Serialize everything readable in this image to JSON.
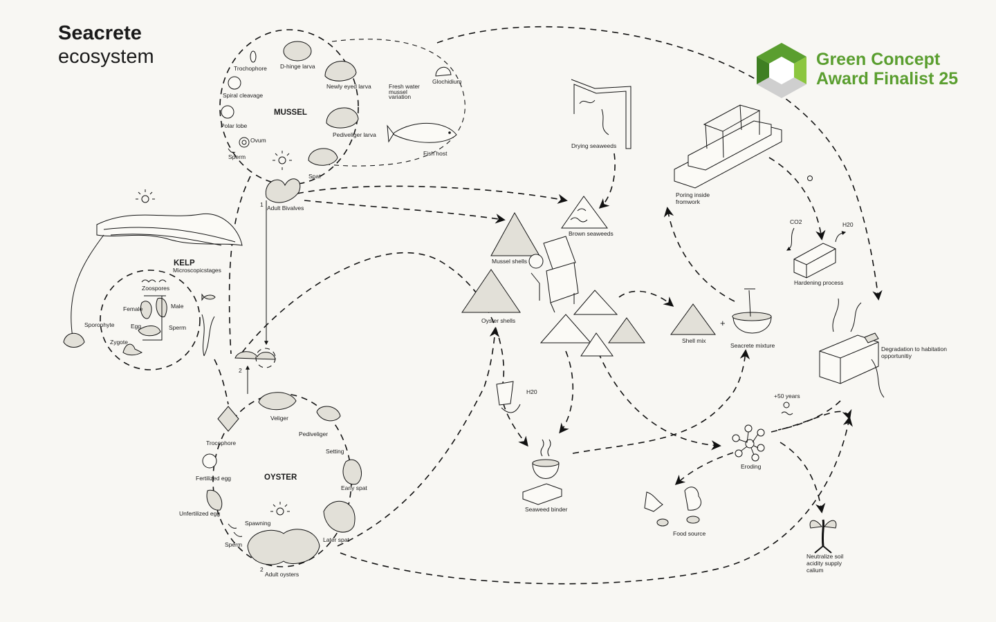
{
  "title": {
    "line1": "Seacrete",
    "line2": "ecosystem"
  },
  "award": {
    "line1": "Green Concept",
    "line2": "Award Finalist 25",
    "colors": {
      "green": "#5a9e2f",
      "light": "#8cc63f",
      "grey": "#cfcfcf"
    }
  },
  "mussel": {
    "heading": "MUSSEL",
    "stages": [
      "Trochophore",
      "D-hinge larva",
      "Newly eyed larva",
      "Spiral cleavage",
      "Polar lobe",
      "Ovum",
      "Sperm",
      "Pediveliger larva",
      "Spat",
      "Adult Bivalves"
    ],
    "freshwater": [
      "Fresh water",
      "mussel",
      "variation"
    ],
    "glochidium": "Glochidium",
    "fish_host": "Fish host"
  },
  "kelp": {
    "heading": "KELP",
    "sub": "Microscopicstages",
    "stages": [
      "Zoospores",
      "Female",
      "Male",
      "Egg",
      "Sperm",
      "Sporophyte",
      "Zygote"
    ]
  },
  "oyster": {
    "heading": "OYSTER",
    "stages": [
      "Veliger",
      "Pediveliger",
      "Setting",
      "Trocophore",
      "Fertilized egg",
      "Early spat",
      "Unfertilized egg",
      "Spawning",
      "Later spat",
      "Sperm",
      "Adult oysters"
    ]
  },
  "process": {
    "drying": "Drying seaweeds",
    "brown": "Brown seaweeds",
    "mussel_shells": "Mussel shells",
    "oyster_shells": "Oyster shells",
    "shell_mix": "Shell mix",
    "plus": "+",
    "seacrete_mixture": "Seacrete mixture",
    "poring": [
      "Poring inside",
      "fromwork"
    ],
    "co2": "CO2",
    "h2o_top": "H20",
    "hardening": "Hardening process",
    "degradation": [
      "Degradation to habitation",
      "opportunitiy"
    ],
    "years": "+50 years",
    "h2o": "H20",
    "binder": "Seaweed binder",
    "eroding": "Eroding",
    "food": "Food source",
    "neutralize": [
      "Neutralize soil",
      "acidity supply",
      "calium"
    ]
  },
  "numbers": {
    "one": "1",
    "two": "2",
    "two_b": "2"
  }
}
